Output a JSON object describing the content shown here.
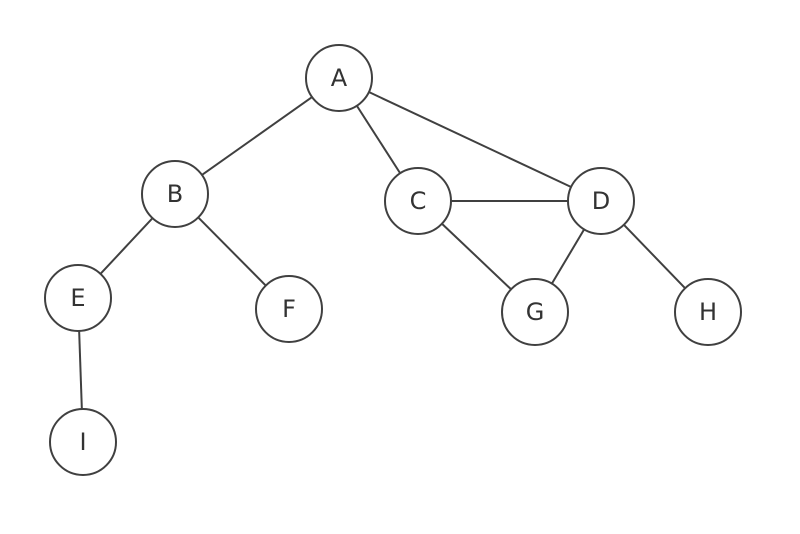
{
  "graph": {
    "nodes": [
      {
        "id": "A",
        "label": "A"
      },
      {
        "id": "B",
        "label": "B"
      },
      {
        "id": "C",
        "label": "C"
      },
      {
        "id": "D",
        "label": "D"
      },
      {
        "id": "E",
        "label": "E"
      },
      {
        "id": "F",
        "label": "F"
      },
      {
        "id": "G",
        "label": "G"
      },
      {
        "id": "H",
        "label": "H"
      },
      {
        "id": "I",
        "label": "I"
      }
    ],
    "edges": [
      {
        "from": "A",
        "to": "B"
      },
      {
        "from": "A",
        "to": "C"
      },
      {
        "from": "A",
        "to": "D"
      },
      {
        "from": "B",
        "to": "E"
      },
      {
        "from": "B",
        "to": "F"
      },
      {
        "from": "C",
        "to": "D"
      },
      {
        "from": "C",
        "to": "G"
      },
      {
        "from": "D",
        "to": "G"
      },
      {
        "from": "D",
        "to": "H"
      },
      {
        "from": "E",
        "to": "I"
      }
    ]
  },
  "colors": {
    "stroke": "#404040",
    "label": "#333333",
    "background": "#ffffff"
  }
}
